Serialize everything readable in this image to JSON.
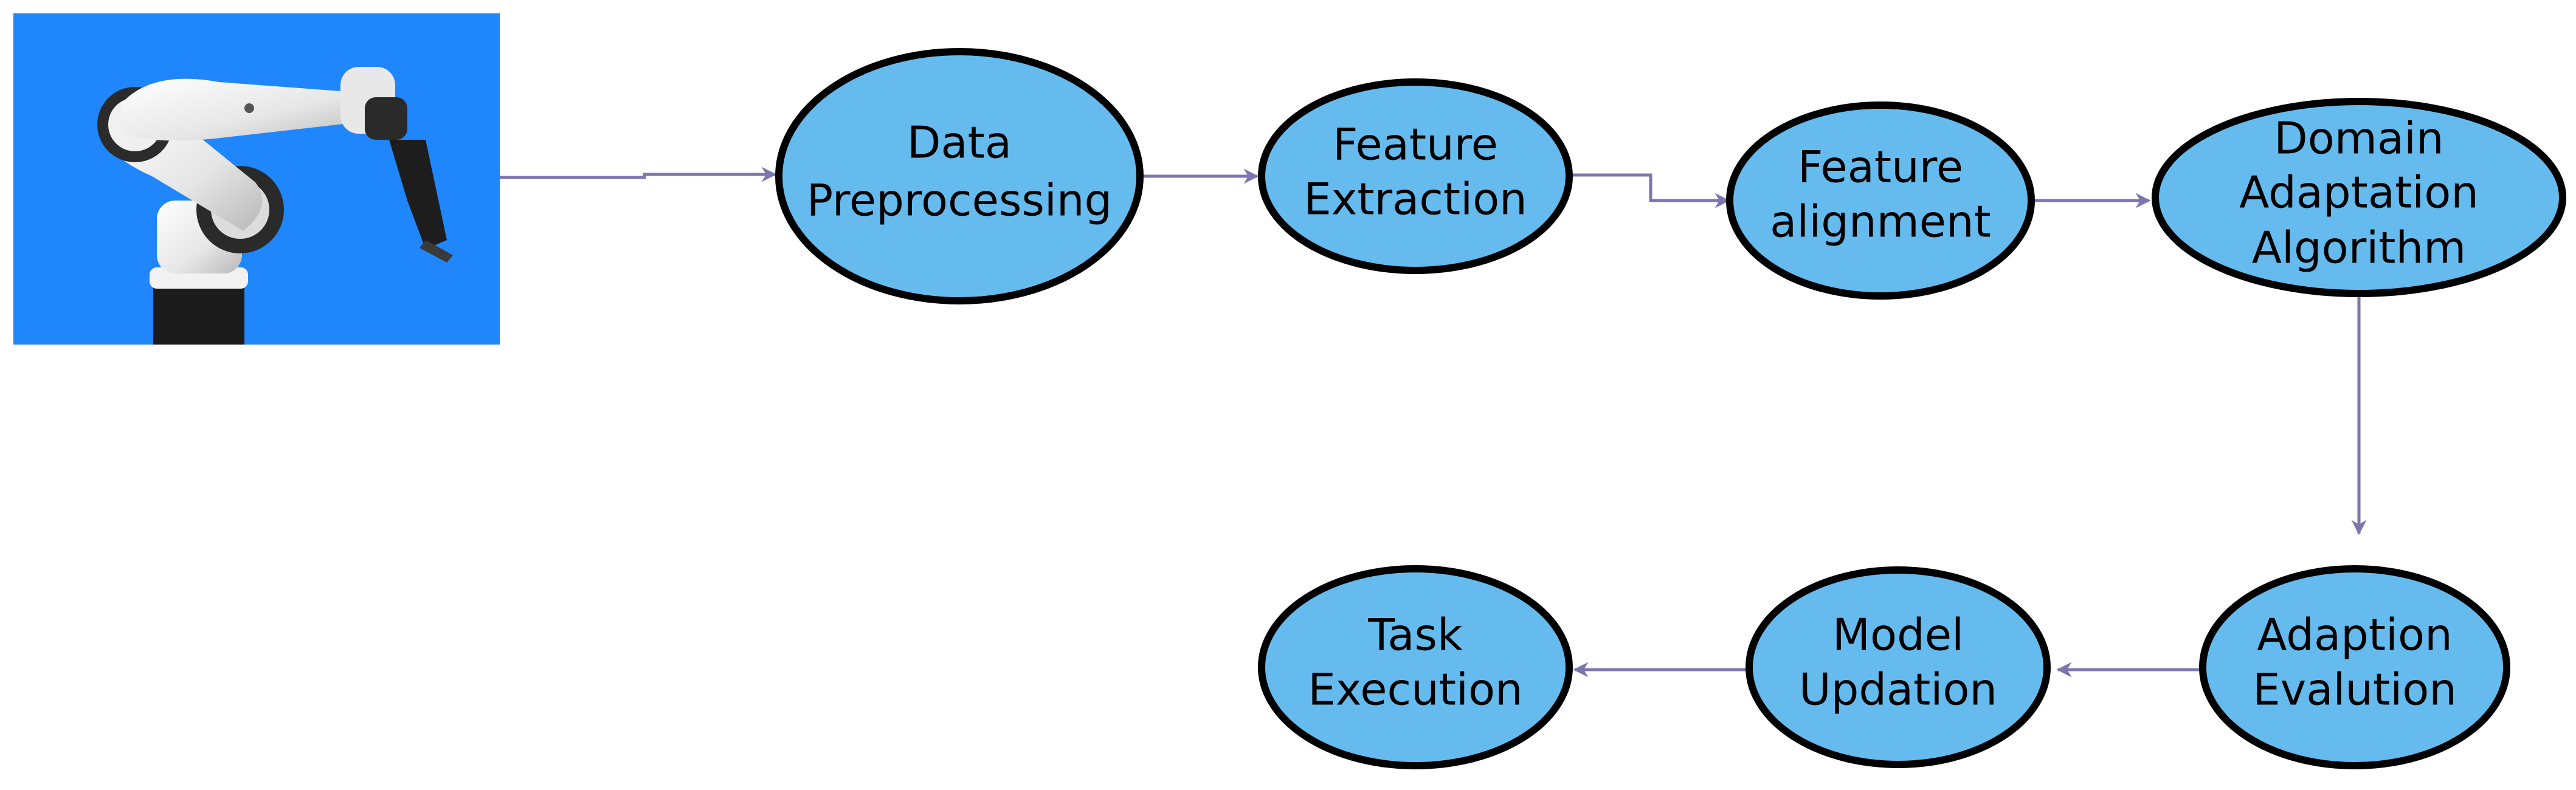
{
  "image": {
    "subject": "robotic-arm"
  },
  "colors": {
    "node_fill": "#66bbee",
    "node_stroke": "#000000",
    "connector": "#7b76ad",
    "image_background": "#1f86fb"
  },
  "nodes": {
    "data_preprocessing": [
      "Data",
      "Preprocessing"
    ],
    "feature_extraction": [
      "Feature",
      "Extraction"
    ],
    "feature_alignment": [
      "Feature",
      "alignment"
    ],
    "domain_adaptation": [
      "Domain",
      "Adaptation",
      "Algorithm"
    ],
    "adaption_evaluation": [
      "Adaption",
      "Evalution"
    ],
    "model_updation": [
      "Model",
      "Updation"
    ],
    "task_execution": [
      "Task",
      "Execution"
    ]
  }
}
